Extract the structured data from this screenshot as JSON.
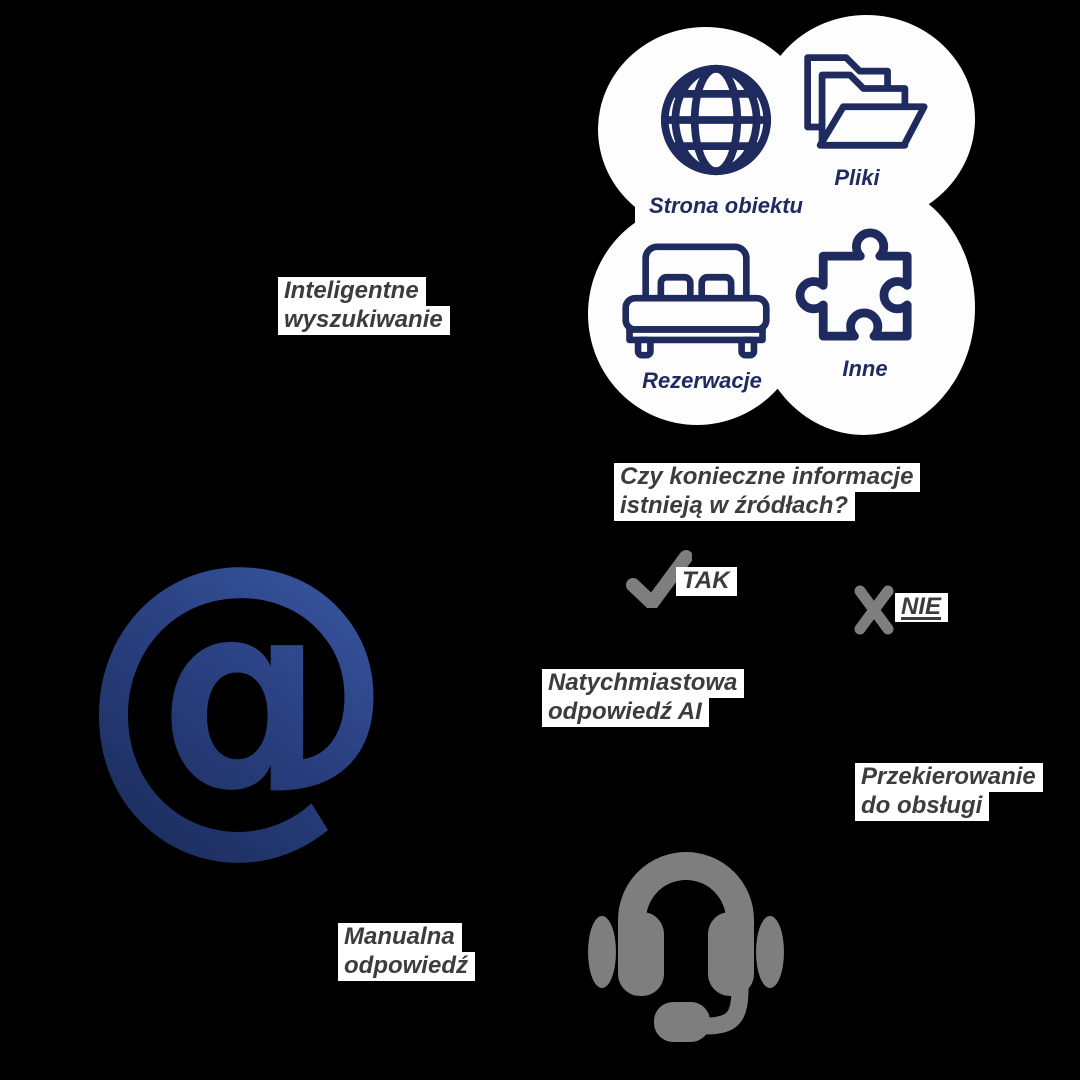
{
  "colors": {
    "background": "#000000",
    "navy": "#1f2b5e",
    "gray_icon": "#7e7e7e",
    "dark_text": "#3c3c3c",
    "blob_white": "#fdfdfd",
    "at_blue_light": "#3d5ca8",
    "at_blue_dark": "#172651"
  },
  "sources": {
    "items": [
      {
        "label": "Strona obiektu",
        "icon": "globe-icon"
      },
      {
        "label": "Pliki",
        "icon": "files-icon"
      },
      {
        "label": "Rezerwacje",
        "icon": "bed-icon"
      },
      {
        "label": "Inne",
        "icon": "puzzle-icon"
      }
    ]
  },
  "steps": {
    "smart_search": {
      "line1": "Inteligentne",
      "line2": "wyszukiwanie"
    },
    "question": {
      "line1": "Czy konieczne informacje",
      "line2": "istnieją w źródłach?"
    },
    "branch_yes": {
      "label": "TAK",
      "icon": "checkmark-icon"
    },
    "branch_no": {
      "label": "NIE",
      "icon": "x-mark-icon"
    },
    "ai_answer": {
      "line1": "Natychmiastowa",
      "line2": "odpowiedź AI"
    },
    "redirect": {
      "line1": "Przekierowanie",
      "line2": "do obsługi"
    },
    "manual_answer": {
      "line1": "Manualna",
      "line2": "odpowiedź"
    }
  },
  "symbols": {
    "at_sign": "@",
    "email_icon": "at-sign-3d-icon",
    "support_icon": "headset-icon"
  }
}
